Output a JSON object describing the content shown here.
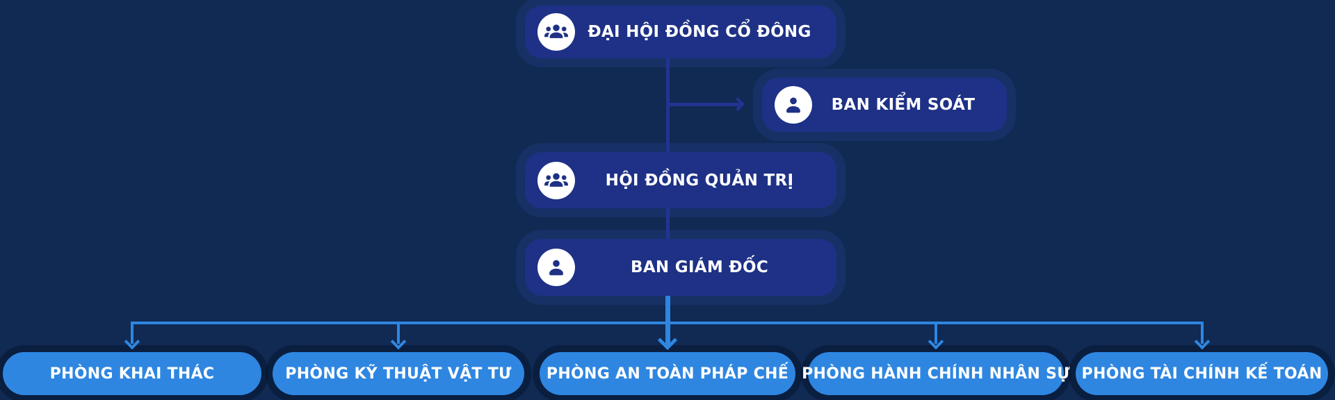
{
  "page": {
    "title": "Organization chart",
    "background_color": "#102a53"
  },
  "colors": {
    "node_fill": "#1e3186",
    "node_text": "#ffffff",
    "icon_circle": "#ffffff",
    "icon_glyph": "#1e3186",
    "connector_indigo": "#243392",
    "connector_blue": "#2e86e1",
    "department_fill": "#2e86e1",
    "department_text": "#ffffff"
  },
  "org_chart": {
    "nodes": [
      {
        "id": "dai-hoi-dong-co-dong",
        "label": "ĐẠI HỘI ĐỒNG CỔ ĐÔNG",
        "icon": "group-icon"
      },
      {
        "id": "ban-kiem-soat",
        "label": "BAN KIỂM SOÁT",
        "icon": "person-icon"
      },
      {
        "id": "hoi-dong-quan-tri",
        "label": "HỘI ĐỒNG QUẢN TRỊ",
        "icon": "group-icon"
      },
      {
        "id": "ban-giam-doc",
        "label": "BAN GIÁM ĐỐC",
        "icon": "person-icon"
      }
    ],
    "departments": [
      {
        "id": "phong-khai-thac",
        "label": "PHÒNG KHAI THÁC"
      },
      {
        "id": "phong-ky-thuat-vat-tu",
        "label": "PHÒNG KỸ THUẬT VẬT TƯ"
      },
      {
        "id": "phong-an-toan-phap-che",
        "label": "PHÒNG AN TOÀN PHÁP CHẾ"
      },
      {
        "id": "phong-hanh-chinh-nhan-su",
        "label": "PHÒNG HÀNH CHÍNH NHÂN SỰ"
      },
      {
        "id": "phong-tai-chinh-ke-toan",
        "label": "PHÒNG TÀI CHÍNH KẾ TOÁN"
      }
    ]
  }
}
